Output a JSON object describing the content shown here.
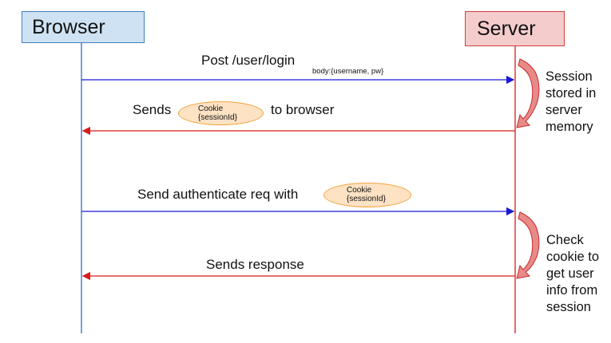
{
  "actors": {
    "browser": "Browser",
    "server": "Server"
  },
  "messages": {
    "login": {
      "label": "Post /user/login",
      "body": "body:{username, pw}"
    },
    "send_cookie": {
      "prefix": "Sends",
      "suffix": "to browser"
    },
    "auth_request": {
      "label": "Send authenticate req with"
    },
    "response": {
      "label": "Sends response"
    }
  },
  "cookies": [
    {
      "line1": "Cookie",
      "line2": "{sessionId}"
    },
    {
      "line1": "Cookie",
      "line2": "{sessionId}"
    }
  ],
  "notes": {
    "session_store": [
      "Session",
      "stored in",
      "server",
      "memory"
    ],
    "check_cookie": [
      "Check",
      "cookie to",
      "get user",
      "info from",
      "session"
    ]
  },
  "colors": {
    "request_arrow": "#1a1ad6",
    "response_arrow": "#d81b1b",
    "browser_lifeline": "#2a6fcf",
    "server_lifeline": "#d81b1b",
    "cookie_fill": "#fde2c4",
    "cookie_border": "#f3a53b"
  }
}
